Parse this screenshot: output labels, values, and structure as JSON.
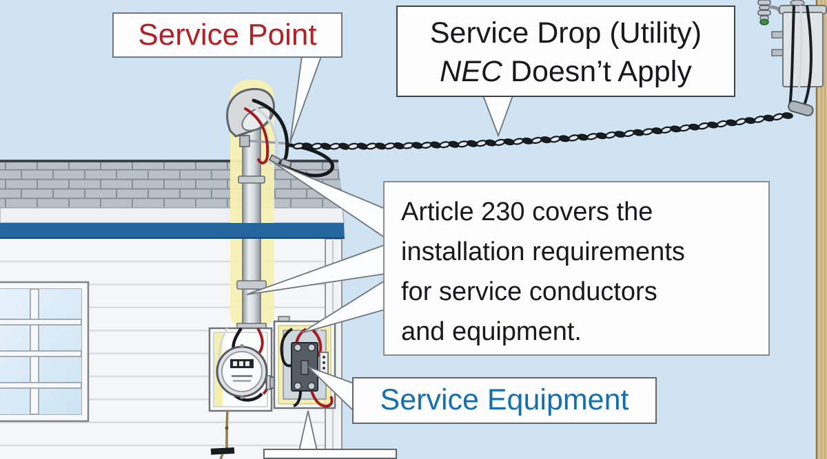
{
  "scene": {
    "background_color": "#cfe3f2"
  },
  "callouts": {
    "service_point": {
      "label": "Service Point",
      "text_color": "#b02025",
      "border_color": "#71767c",
      "bg_color": "#fcfdfc"
    },
    "service_drop": {
      "line1": "Service Drop (Utility)",
      "line2_italic": "NEC",
      "line2_rest": " Doesn’t Apply",
      "text_color": "#17191c",
      "border_color": "#3f444a",
      "bg_color": "#fcfdfc"
    },
    "article_230": {
      "lines": [
        "Article 230 covers the",
        "installation requirements",
        "for service conductors",
        "and equipment."
      ],
      "text_color": "#17191c",
      "border_color": "#888d92",
      "bg_color": "#fbfcfb"
    },
    "service_equipment": {
      "label": "Service Equipment",
      "text_color": "#1470ad",
      "border_color": "#60666c",
      "bg_color": "#fcfdfc"
    }
  },
  "illustration": {
    "sky_color": "#cfe3f2",
    "highlight_yellow": "#f6f0b2",
    "fascia_blue": "#25669f",
    "wire_red": "#a31b1f",
    "wire_black": "#17191c",
    "pole_tan": "#d8c094",
    "parts": [
      "weatherhead-icon",
      "service-mast-icon",
      "drip-loop-icon",
      "service-drop-cable-icon",
      "service-point-attachment-icon",
      "electric-meter-icon",
      "service-panel-icon",
      "main-breaker-icon",
      "ground-wire-icon",
      "ground-clamp-icon",
      "house-window-icon",
      "roof-shingles-icon",
      "utility-pole-icon",
      "pole-transformer-icon",
      "transformer-bushing-icon"
    ]
  }
}
